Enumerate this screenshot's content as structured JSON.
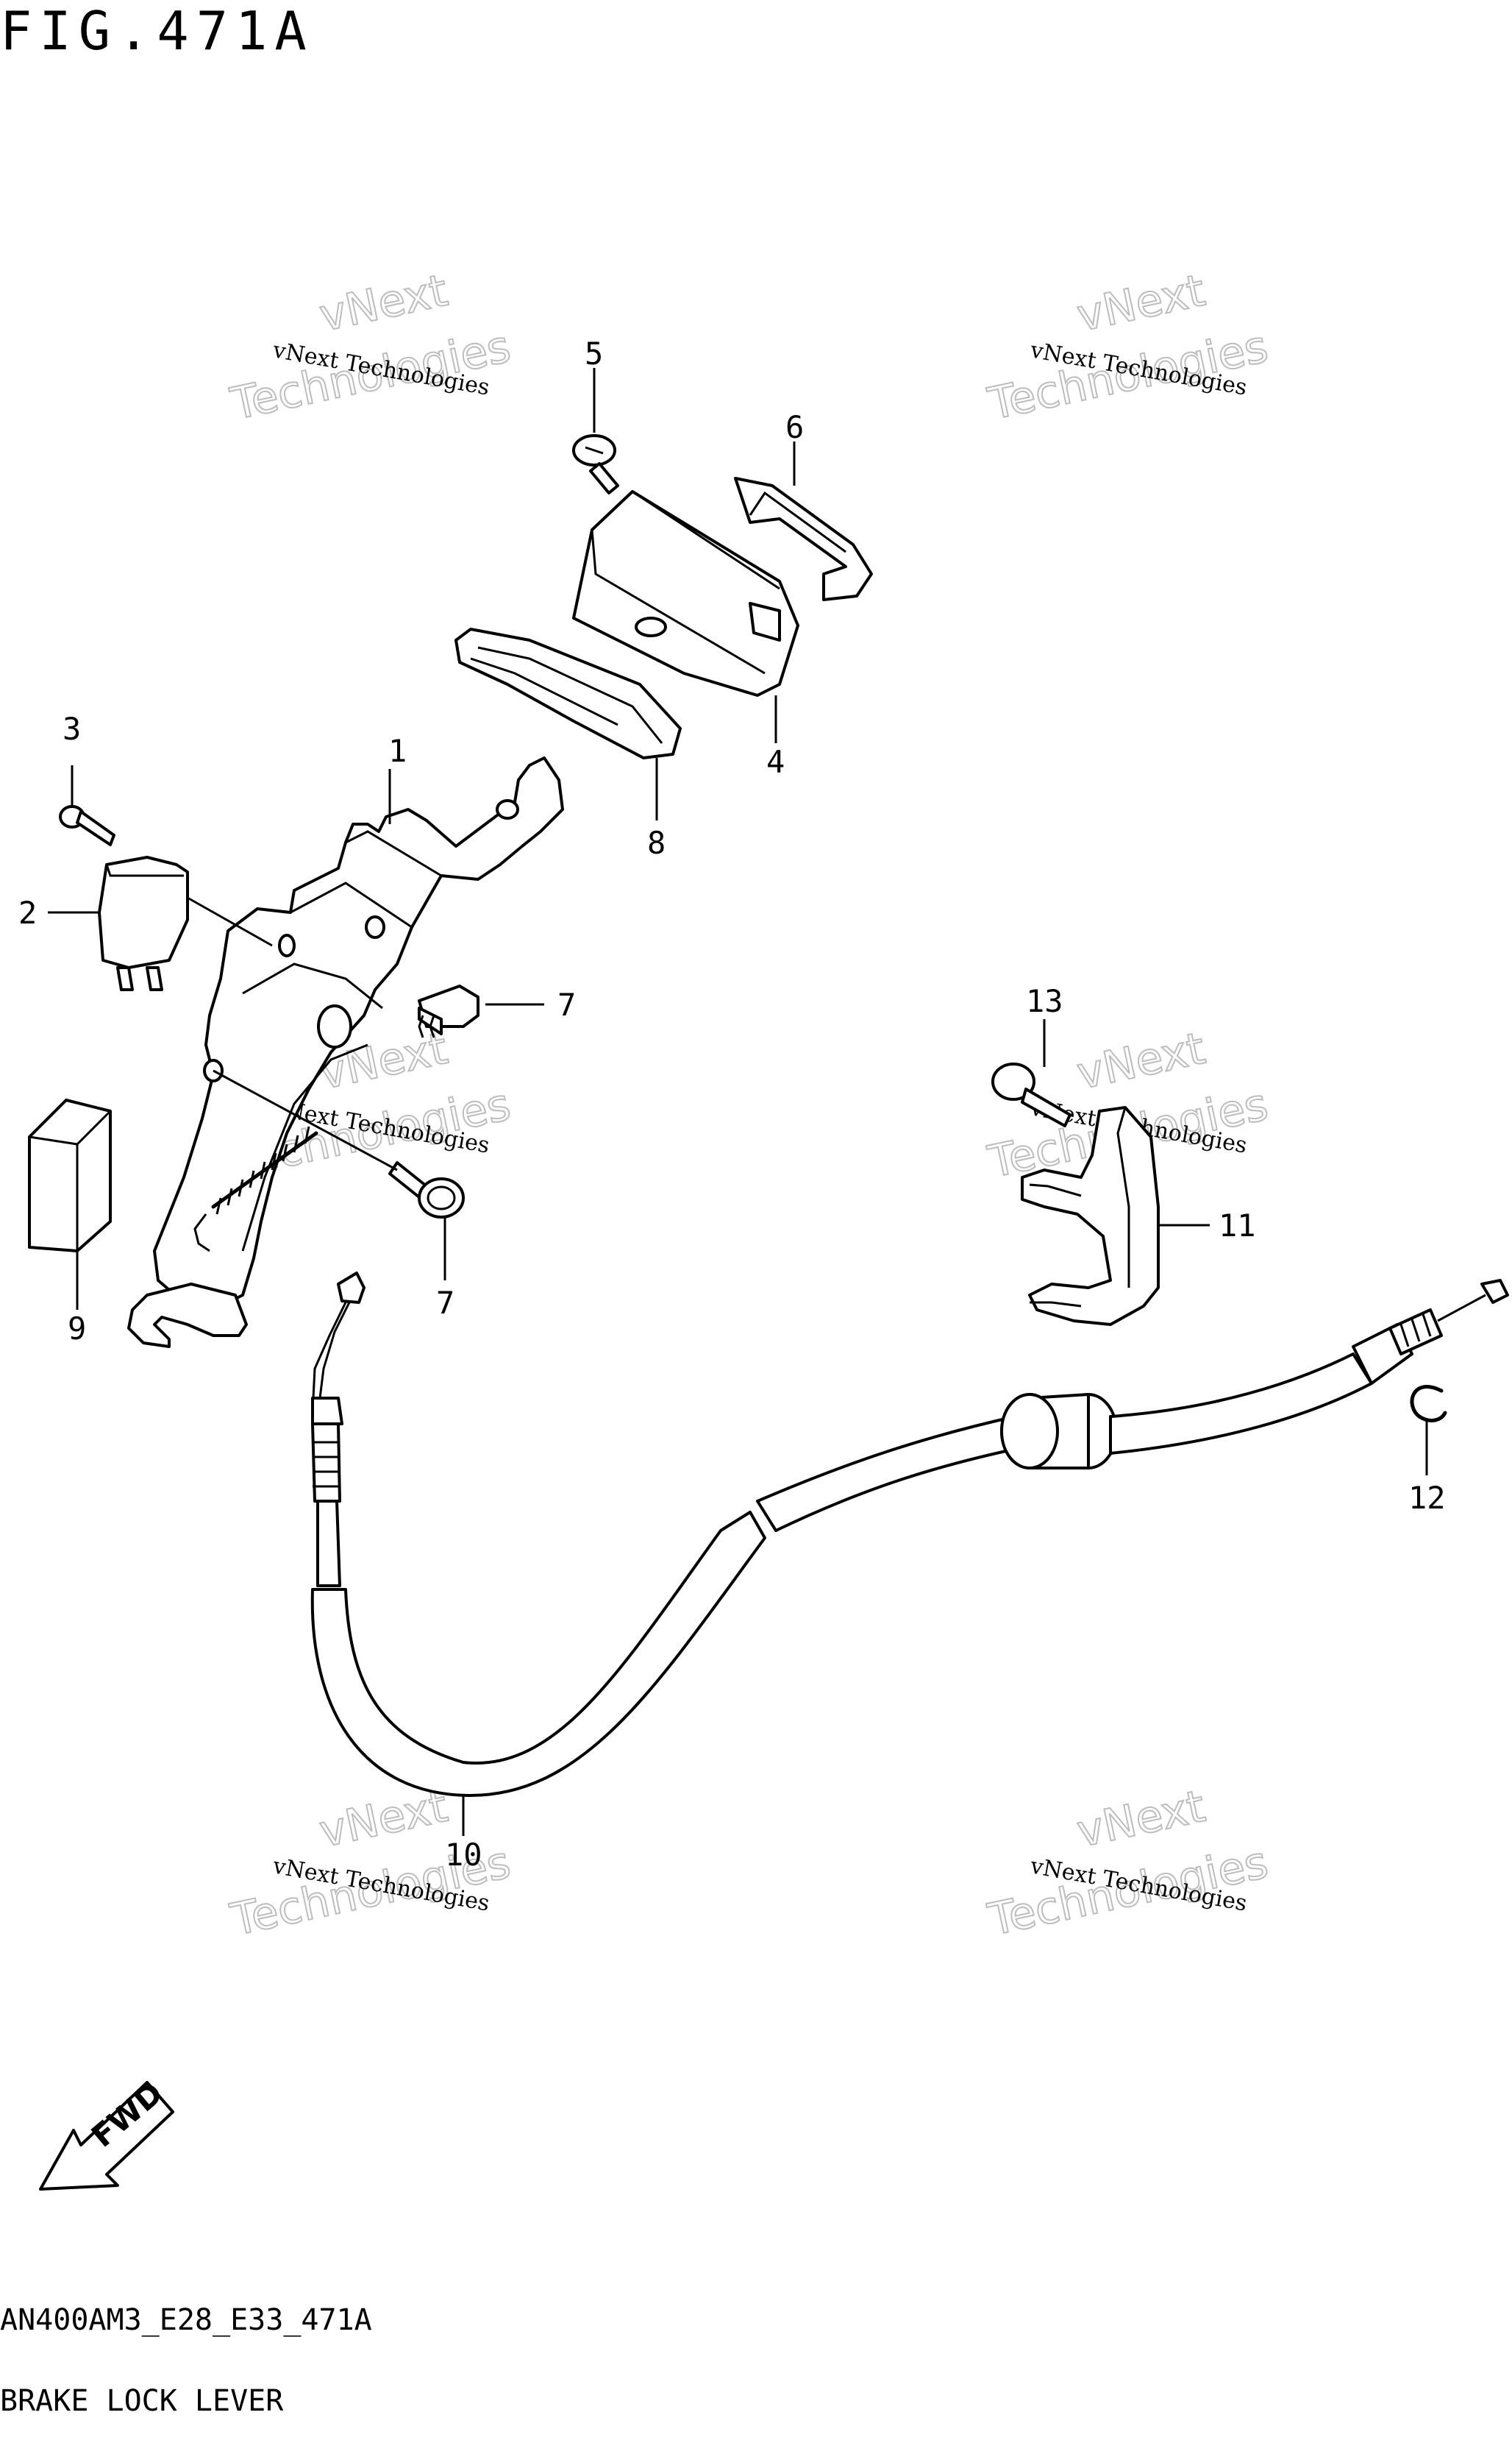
{
  "figure": {
    "title": "FIG.471A",
    "code": "AN400AM3_E28_E33_471A",
    "name": "BRAKE LOCK LEVER"
  },
  "watermark": {
    "line1": "vNext Technologies",
    "line2": "Technologies",
    "line3": "vNext"
  },
  "fwd_label": "FWD",
  "callouts": [
    "1",
    "2",
    "3",
    "4",
    "5",
    "6",
    "7",
    "7",
    "8",
    "9",
    "10",
    "11",
    "12",
    "13"
  ]
}
